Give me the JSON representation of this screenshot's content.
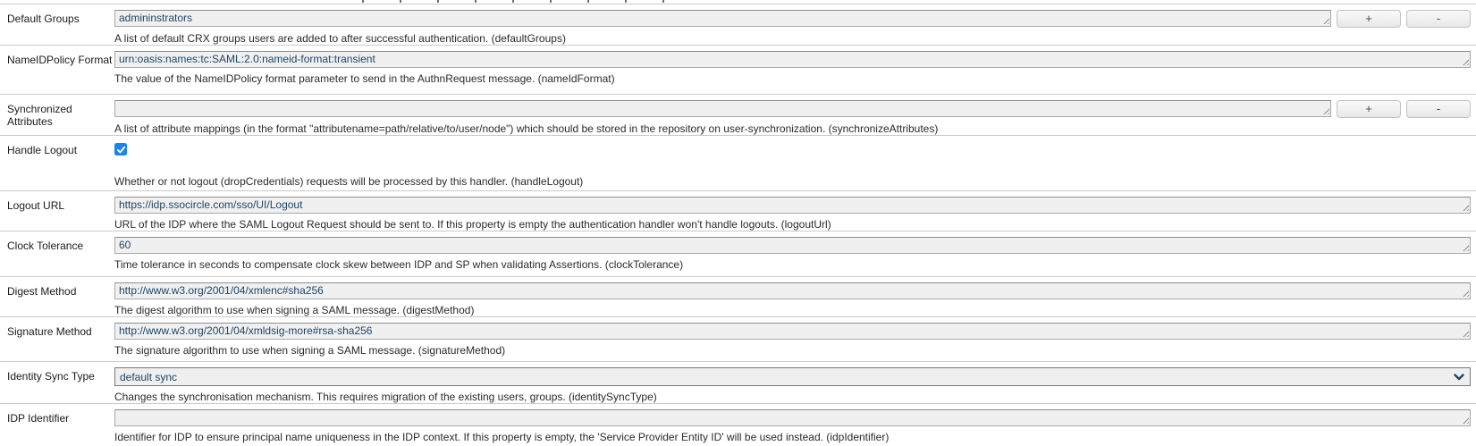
{
  "colors": {
    "input_text": "#1f4566",
    "input_background": "#f0f0f0",
    "checkbox_blue": "#1786e8",
    "divider": "#cacaca"
  },
  "form": {
    "add_label": "+",
    "remove_label": "-",
    "rows": [
      {
        "label": "Default Groups",
        "type": "multi-textarea",
        "value": "admininstrators",
        "description": "A list of default CRX groups users are added to after successful authentication. (defaultGroups)"
      },
      {
        "label": "NameIDPolicy Format",
        "type": "textarea",
        "value": "urn:oasis:names:tc:SAML:2.0:nameid-format:transient",
        "description": "The value of the NameIDPolicy format parameter to send in the AuthnRequest message. (nameIdFormat)"
      },
      {
        "label": "Synchronized Attributes",
        "type": "multi-textarea",
        "value": "",
        "description": "A list of attribute mappings (in the format \"attributename=path/relative/to/user/node\") which should be stored in the repository on user-synchronization. (synchronizeAttributes)"
      },
      {
        "label": "Handle Logout",
        "type": "checkbox",
        "checked": true,
        "description": "Whether or not logout (dropCredentials) requests will be processed by this handler. (handleLogout)"
      },
      {
        "label": "Logout URL",
        "type": "textarea",
        "value": "https://idp.ssocircle.com/sso/UI/Logout",
        "description": "URL of the IDP where the SAML Logout Request should be sent to. If this property is empty the authentication handler won't handle logouts. (logoutUrl)"
      },
      {
        "label": "Clock Tolerance",
        "type": "textarea",
        "value": "60",
        "description": "Time tolerance in seconds to compensate clock skew between IDP and SP when validating Assertions. (clockTolerance)"
      },
      {
        "label": "Digest Method",
        "type": "textarea",
        "value": "http://www.w3.org/2001/04/xmlenc#sha256",
        "description": "The digest algorithm to use when signing a SAML message. (digestMethod)"
      },
      {
        "label": "Signature Method",
        "type": "textarea",
        "value": "http://www.w3.org/2001/04/xmldsig-more#rsa-sha256",
        "description": "The signature algorithm to use when signing a SAML message. (signatureMethod)"
      },
      {
        "label": "Identity Sync Type",
        "type": "select",
        "value": "default sync",
        "description": "Changes the synchronisation mechanism. This requires migration of the existing users, groups. (identitySyncType)"
      },
      {
        "label": "IDP Identifier",
        "type": "textarea",
        "value": "",
        "description": "Identifier for IDP to ensure principal name uniqueness in the IDP context. If this property is empty, the 'Service Provider Entity ID' will be used instead. (idpIdentifier)"
      }
    ]
  }
}
